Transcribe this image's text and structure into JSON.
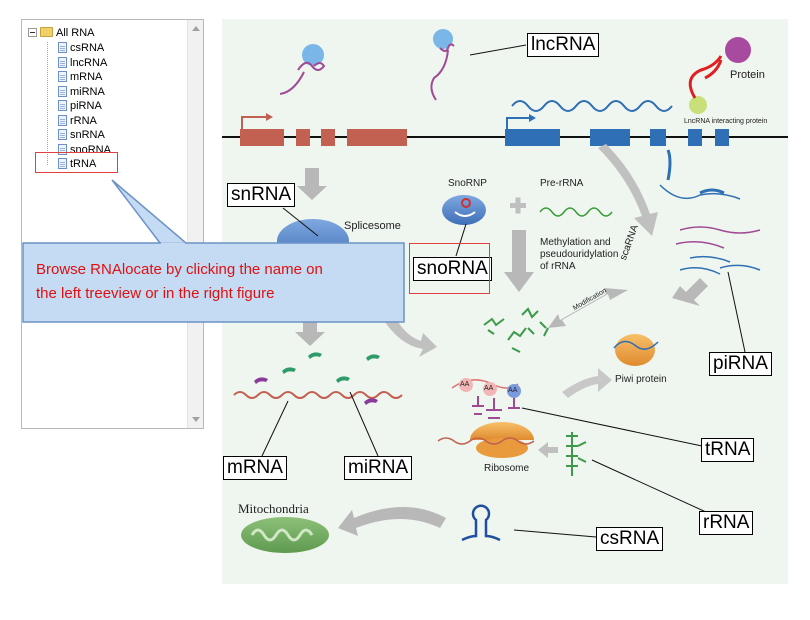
{
  "tree": {
    "root": "All RNA",
    "items": [
      "csRNA",
      "lncRNA",
      "mRNA",
      "miRNA",
      "piRNA",
      "rRNA",
      "snRNA",
      "snoRNA",
      "tRNA"
    ]
  },
  "callout": {
    "line1": "Browse RNAlocate by clicking the name on",
    "line2": "the left treeview or in the right figure"
  },
  "figure": {
    "labels": {
      "lncrna": "lncRNA",
      "snrna": "snRNA",
      "snorna": "snoRNA",
      "pirna": "piRNA",
      "mrna": "mRNA",
      "mirna": "miRNA",
      "trna": "tRNA",
      "rrna": "rRNA",
      "csrna": "csRNA"
    },
    "text": {
      "protein": "Protein",
      "lncrna_interacting": "LncRNA interacting protein",
      "spliceosome": "Splicesome",
      "snornp": "SnoRNP",
      "pre_rrna": "Pre-rRNA",
      "methylation": "Methylation and",
      "pseudouridylation": "pseudouridylation",
      "of_rrna": "of rRNA",
      "scarna": "scaRNA",
      "modification": "Modification",
      "piwi": "Piwi protein",
      "ribosome": "Ribosome",
      "mitochondria": "Mitochondria",
      "aa": "AA"
    }
  },
  "colors": {
    "highlight": "#e04040",
    "callout_text": "#e01010",
    "callout_fill": "#c5daf3",
    "callout_border": "#6b93c6",
    "gene_left": "#c26152",
    "gene_right": "#2f6fb5",
    "figure_bg": "#eff5ef"
  }
}
